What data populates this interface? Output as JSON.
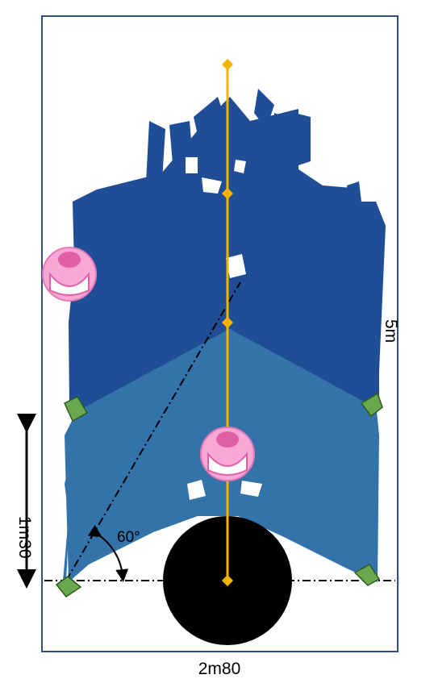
{
  "dimensions": {
    "width_label": "2m80",
    "height_label": "5m",
    "sensor_height_label": "1m30",
    "angle_label": "60°"
  },
  "colors": {
    "frame": "#2f4f7f",
    "coverage_dark": "#1f4e96",
    "coverage_light": "#3472aa",
    "sensor": "#6aa84f",
    "path": "#f5b400",
    "person": "#f58fc8",
    "obstacle": "#000000"
  },
  "icons": {
    "sensor": "sensor-icon",
    "person": "person-icon",
    "waypoint": "waypoint-icon",
    "obstacle": "obstacle-circle"
  }
}
